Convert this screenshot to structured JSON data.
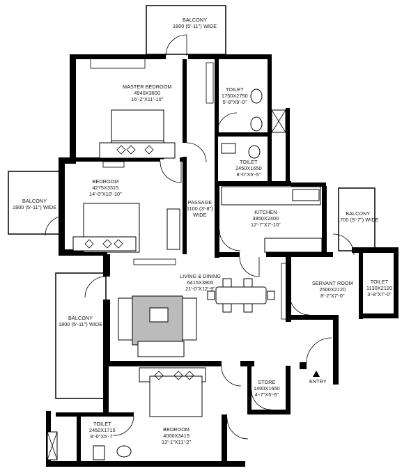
{
  "rooms": {
    "balcony_top": {
      "name": "BALCONY",
      "dims": "1800 (5'-11\") WIDE"
    },
    "master_bedroom": {
      "name": "MASTER BEDROOM",
      "dims": "4940X3600",
      "imperial": "16'-2\"X11'-10\""
    },
    "toilet_master": {
      "name": "TOILET",
      "dims": "1750X2750",
      "imperial": "5'-8\"X9'-0\""
    },
    "toilet_second": {
      "name": "TOILET",
      "dims": "2450X1650",
      "imperial": "8'-0\"X5'-5\""
    },
    "bedroom_2": {
      "name": "BEDROOM",
      "dims": "4275X3315",
      "imperial": "14'-0\"X10'-10\""
    },
    "balcony_left": {
      "name": "BALCONY",
      "dims": "1800 (5'-11\") WIDE"
    },
    "passage": {
      "name": "PASSAGE",
      "dims": "1100 (3'-8\")",
      "extra": "WIDE"
    },
    "kitchen": {
      "name": "KITCHEN",
      "dims": "3850X2400",
      "imperial": "12'-7\"X7'-10\""
    },
    "balcony_kitchen": {
      "name": "BALCONY",
      "dims": "1700 (5'-7\") WIDE"
    },
    "living_dining": {
      "name": "LIVING & DINING",
      "dims": "6415X3900",
      "imperial": "21'-0\"X12'-9\""
    },
    "servant_room": {
      "name": "SERVANT ROOM",
      "dims": "2500X2120",
      "imperial": "8'-2\"X7'-0\""
    },
    "toilet_servant": {
      "name": "TOILET",
      "dims": "1130X2120",
      "imperial": "3'-8\"X7'-0\""
    },
    "balcony_living": {
      "name": "BALCONY",
      "dims": "1800 (5'-11\") WIDE"
    },
    "store": {
      "name": "STORE",
      "dims": "1400X1650",
      "imperial": "4'-7\"X5'-5\""
    },
    "entry": {
      "name": "ENTRY"
    },
    "toilet_bottom": {
      "name": "TOILET",
      "dims": "2450X1715",
      "imperial": "8'-0\"X5'-7\""
    },
    "bedroom_3": {
      "name": "BEDROOM",
      "dims": "4000X3415",
      "imperial": "13'-1\"X11'-2\""
    }
  }
}
